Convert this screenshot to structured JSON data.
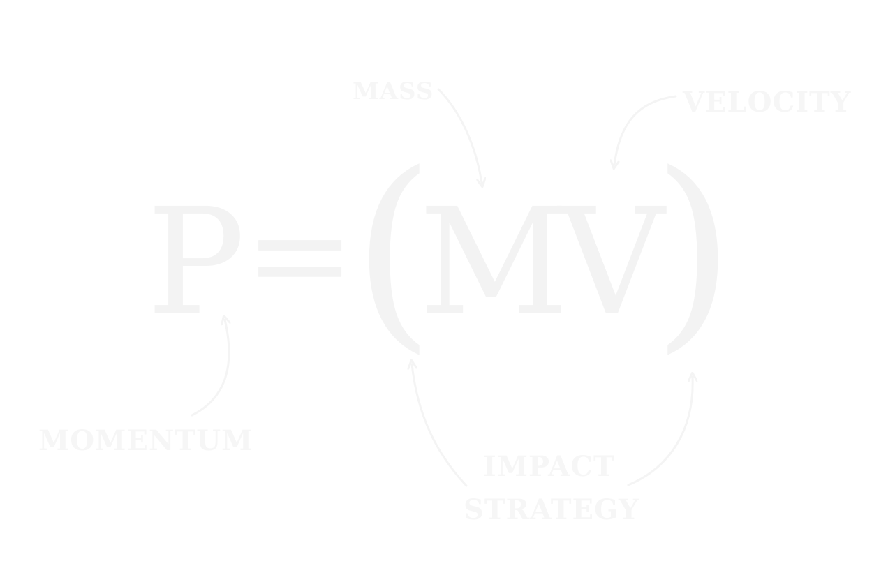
{
  "colors": {
    "background": "#ffffff",
    "ink": "#f6f6f6",
    "ink_formula": "#f3f3f3"
  },
  "formula": {
    "p": "P",
    "equals": "=",
    "paren_open": "(",
    "m": "M",
    "v": "V",
    "paren_close": ")"
  },
  "labels": {
    "mass": "MASS",
    "velocity": "VELOCITY",
    "momentum": "MOMENTUM",
    "impact_line1": "IMPACT",
    "impact_line2": "STRATEGY"
  }
}
